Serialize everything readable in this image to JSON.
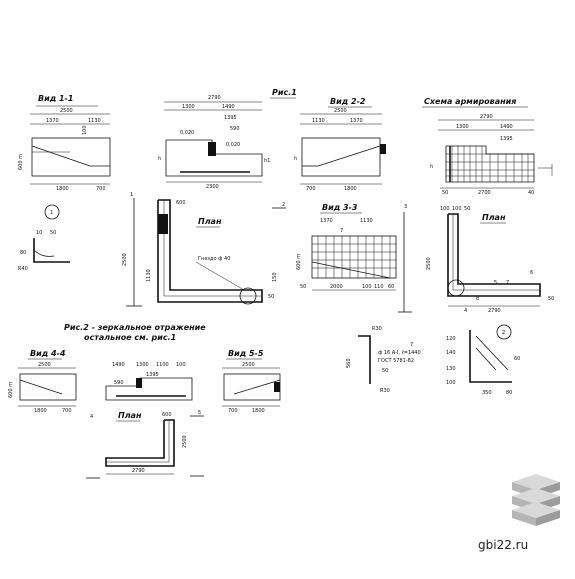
{
  "views": {
    "v11": {
      "title": "Вид 1-1",
      "d_total": "2500",
      "d_a": "1370",
      "d_b": "1130",
      "d_c": "100",
      "h_left": "600 m",
      "d_bot_a": "1800",
      "d_bot_b": "700"
    },
    "fig1": {
      "title": "Рис.1",
      "d_total": "2790",
      "d_a": "1300",
      "d_b": "1490",
      "d_c": "1395",
      "d_d": "590",
      "d_e": "0,020",
      "d_f": "0,020",
      "d_g": "2300",
      "h": "h",
      "h1": "h1"
    },
    "v22": {
      "title": "Вид 2-2",
      "d_total": "2500",
      "d_a": "1130",
      "d_b": "1370",
      "d_bot_a": "700",
      "d_bot_b": "1800",
      "h": "h"
    },
    "scheme": {
      "title": "Схема армирования",
      "d_total": "2790",
      "d_a": "1300",
      "d_b": "1490",
      "d_c": "1395",
      "d_bot": "2700",
      "d_l": "50",
      "d_r": "40",
      "h": "h"
    },
    "plan1": {
      "title": "План",
      "mark": "1",
      "d_v": "2500",
      "d_h1": "1130",
      "socket": "Гнездо ф 40",
      "d_t": "600",
      "d_r": "50",
      "mark2": "2",
      "d_side": "150"
    },
    "v33": {
      "title": "Вид 3-3",
      "d_a": "1370",
      "d_b": "1130",
      "d_bot": "2000",
      "d_c": "100",
      "d_d": "110",
      "d_e": "60",
      "d_f": "50",
      "h": "600 m",
      "n7": "7"
    },
    "plan2": {
      "title": "План",
      "mark3": "3",
      "d_v": "2500",
      "d_h": "2790",
      "d_top1": "100",
      "d_top2": "100",
      "d_s": "50",
      "n6": "6",
      "n5": "5",
      "n8": "8",
      "n4": "4",
      "n7": "7",
      "d_r": "50"
    },
    "fig2": {
      "title": "Рис.2 - зеркальное отражение",
      "subtitle": "остальное см. рис.1"
    },
    "v44": {
      "title": "Вид 4-4",
      "d_total": "2500",
      "d_a": "1800",
      "d_b": "700",
      "h": "600 m"
    },
    "mid": {
      "d_a": "1490",
      "d_b": "1300",
      "d_c": "1100",
      "d_d": "100",
      "d_e": "590",
      "d_f": "1395"
    },
    "v55": {
      "title": "Вид 5-5",
      "d_total": "2500",
      "d_a": "700",
      "d_b": "1800"
    },
    "plan3": {
      "title": "План",
      "mark4": "4",
      "mark5": "5",
      "d_v": "2500",
      "d_h": "2790",
      "d_t": "600"
    },
    "detail1": {
      "mark": "1",
      "d_a": "10",
      "d_b": "50",
      "d_c": "R40",
      "d_d": "80"
    },
    "detail_r": {
      "r1": "R30",
      "h": "560",
      "spec": "ф 16 А-I, ℓ=1440",
      "gost": "ГОСТ 5781-82",
      "n7": "7",
      "r2": "R30",
      "d_f": "50"
    },
    "detail2": {
      "mark": "2",
      "d_a": "350",
      "d_b": "80",
      "d_c": "130",
      "d_d": "140",
      "d_e": "120",
      "d_f": "100",
      "d_g": "60"
    }
  },
  "site": {
    "url": "gbi22.ru"
  }
}
